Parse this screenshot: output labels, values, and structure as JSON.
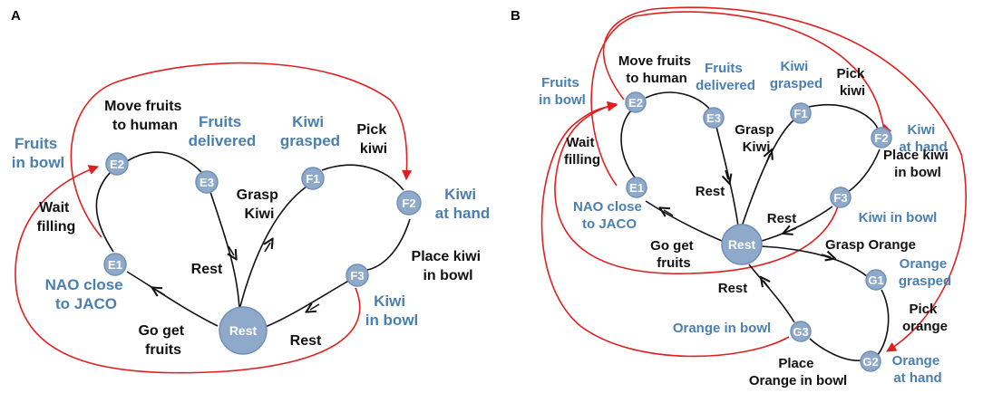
{
  "panel_a": {
    "letter": "A",
    "nodes": {
      "e1": "E1",
      "e2": "E2",
      "e3": "E3",
      "f1": "F1",
      "f2": "F2",
      "f3": "F3",
      "rest": "Rest"
    },
    "states": {
      "fruits_in_bowl": [
        "Fruits",
        "in bowl"
      ],
      "fruits_delivered": [
        "Fruits",
        "delivered"
      ],
      "kiwi_grasped": [
        "Kiwi",
        "grasped"
      ],
      "kiwi_at_hand": [
        "Kiwi",
        "at hand"
      ],
      "kiwi_in_bowl": [
        "Kiwi",
        "in bowl"
      ],
      "nao_close": [
        "NAO close",
        "to JACO"
      ]
    },
    "actions": {
      "move_fruits": [
        "Move fruits",
        "to human"
      ],
      "pick_kiwi": [
        "Pick",
        "kiwi"
      ],
      "grasp_kiwi": [
        "Grasp",
        "Kiwi"
      ],
      "wait_filling": [
        "Wait",
        "filling"
      ],
      "rest_left": "Rest",
      "rest_right": "Rest",
      "place_kiwi": [
        "Place kiwi",
        "in bowl"
      ],
      "go_get_fruits": [
        "Go get",
        "fruits"
      ]
    }
  },
  "panel_b": {
    "letter": "B",
    "nodes": {
      "e1": "E1",
      "e2": "E2",
      "e3": "E3",
      "f1": "F1",
      "f2": "F2",
      "f3": "F3",
      "g1": "G1",
      "g2": "G2",
      "g3": "G3",
      "rest": "Rest"
    },
    "states": {
      "fruits_in_bowl": [
        "Fruits",
        "in bowl"
      ],
      "fruits_delivered": [
        "Fruits",
        "delivered"
      ],
      "kiwi_grasped": [
        "Kiwi",
        "grasped"
      ],
      "kiwi_at_hand": [
        "Kiwi",
        "at hand"
      ],
      "kiwi_in_bowl": "Kiwi in bowl",
      "nao_close": [
        "NAO close",
        "to JACO"
      ],
      "orange_grasped": [
        "Orange",
        "grasped"
      ],
      "orange_in_bowl": "Orange in bowl",
      "orange_at_hand": [
        "Orange",
        "at hand"
      ]
    },
    "actions": {
      "move_fruits": [
        "Move fruits",
        "to human"
      ],
      "pick_kiwi": [
        "Pick",
        "kiwi"
      ],
      "grasp_kiwi": [
        "Grasp",
        "Kiwi"
      ],
      "wait_filling": [
        "Wait",
        "filling"
      ],
      "rest_e3": "Rest",
      "rest_f3": "Rest",
      "rest_g3": "Rest",
      "place_kiwi": [
        "Place kiwi",
        "in bowl"
      ],
      "go_get_fruits": [
        "Go get",
        "fruits"
      ],
      "grasp_orange": "Grasp Orange",
      "pick_orange": [
        "Pick",
        "orange"
      ],
      "place_orange": [
        "Place",
        "Orange in bowl"
      ]
    }
  },
  "colors": {
    "node_fill": "#8ea9c9",
    "state_label": "#4a7fb0",
    "action_label": "#111111",
    "red_arrow": "#e02020"
  }
}
